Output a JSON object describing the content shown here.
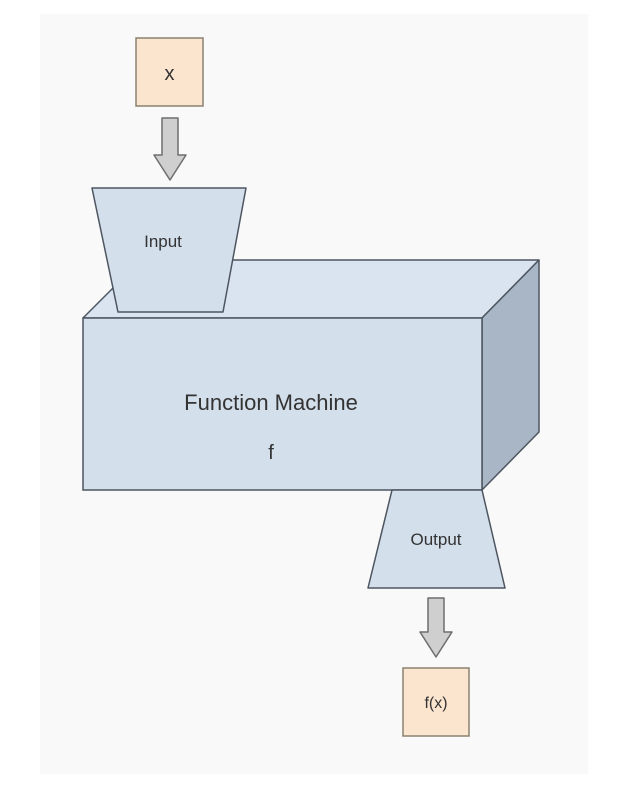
{
  "diagram": {
    "input_value": "x",
    "input_label": "Input",
    "machine_title": "Function Machine",
    "machine_symbol": "f",
    "output_label": "Output",
    "output_value": "f(x)"
  },
  "colors": {
    "value_box_fill": "#fbe5cf",
    "value_box_stroke": "#8a8170",
    "body_fill": "#d4dfec",
    "body_top_fill": "#dae4f0",
    "body_side_fill": "#a9b6c5",
    "edge_stroke": "#4d5560",
    "arrow_fill": "#cfcfcf",
    "arrow_stroke": "#6e6e6e",
    "text": "#333333"
  }
}
